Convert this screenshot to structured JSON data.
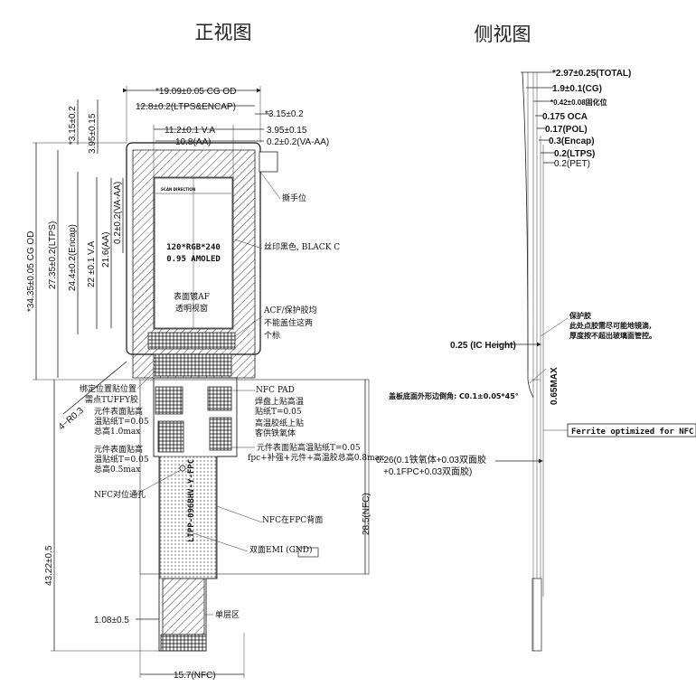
{
  "titles": {
    "front": "正视图",
    "side": "侧视图"
  },
  "front": {
    "top_dims": [
      "*19.09±0.05 CG OD",
      "12.8±0.2(LTPS&ENCAP)",
      "*3.15±0.2",
      "11.2±0.1 V.A",
      "3.95±0.15",
      "10.8(AA)",
      "0.2±0.2(VA-AA)"
    ],
    "left_dims": [
      "*3.15±0.2",
      "3.95±0.15",
      "*34.35±0.05 CG OD",
      "27.35±0.2(LTPS)",
      "24.4±0.2(Encap)",
      "22 ±0.1 V.A",
      "21.6(AA)",
      "0.2±0.2(VA-AA)",
      "4−R0.3",
      "43.22±0.5",
      "1.08±0.5"
    ],
    "bottom_dims": [
      "15.7(NFC)"
    ],
    "right_dims": [
      "28.5(NFC)"
    ],
    "scan_label": "SCAN DIRECTION",
    "display_spec": [
      "120*RGB*240",
      "0.95 AMOLED"
    ],
    "surface_note": [
      "表面镀AF",
      "透明视窗"
    ],
    "labels": {
      "tear": "撕手位",
      "silk": "丝印黑色, BLACK C",
      "acf": [
        "ACF/保护胶均",
        "不能盖住这两",
        "个标"
      ],
      "bind": [
        "绑定位置贴位置",
        "需点TUFFY胶"
      ],
      "comp1": [
        "元件表面贴高",
        "温贴纸T=0.05",
        "总高1.0max"
      ],
      "comp2": [
        "元件表面贴高",
        "温贴纸T=0.05",
        "总高0.5max"
      ],
      "nfc_hole": "NFC对位通孔",
      "nfc_pad": "NFC PAD",
      "solder": [
        "焊盘上贴高温",
        "贴纸T=0.05"
      ],
      "temp_tape": [
        "高温胶纸上贴",
        "客供铁氧体"
      ],
      "comp3": [
        "元件表面贴高温贴纸T=0.05",
        "fpc+补强+元件+高温胶总高0.8max"
      ],
      "nfc_back": "NFC在FPC背面",
      "emi": "双面EMI (GND)",
      "single": "单层区"
    }
  },
  "side": {
    "dims": [
      "*2.97±0.25(TOTAL)",
      "1.9±0.1(CG)",
      "*0.42±0.08固化位",
      "0.175 OCA",
      "0.17(POL)",
      "0.3(Encap)",
      "0.2(LTPS)",
      "0.2(PET)"
    ],
    "ic_height": "0.25 (IC Height)",
    "protect": [
      "保护胶",
      "此处点胶需尽可能地镜滴,",
      "厚度按不超出玻璃面管控。"
    ],
    "chamfer": "盖板底面外形边倒角: C0.1±0.05*45°",
    "max": "0.65MAX",
    "ferrite": "Ferrite optimized for NFC",
    "stack": [
      "0.26(0.1铁氧体+0.03双面胶",
      "+0.1FPC+0.03双面胶)"
    ]
  }
}
